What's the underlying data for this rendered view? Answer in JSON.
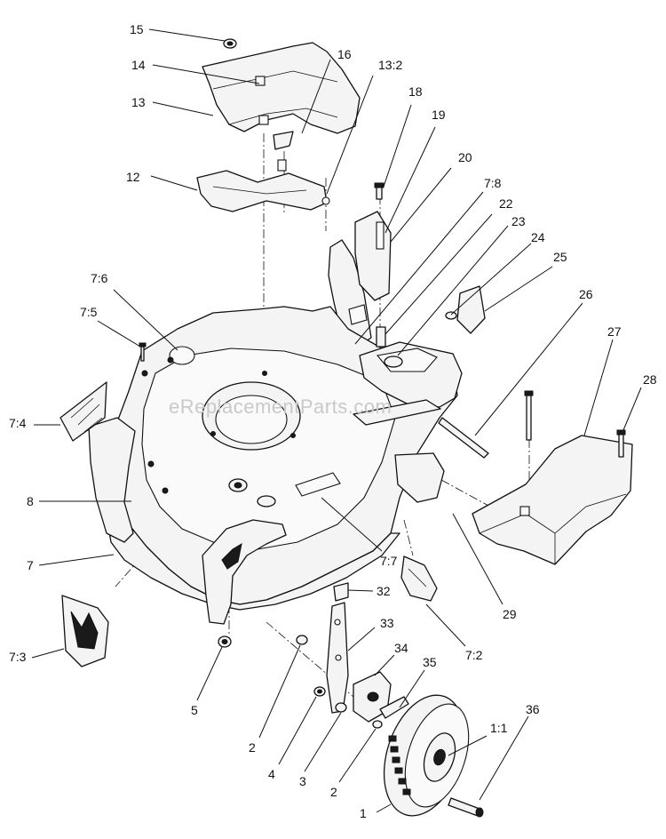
{
  "watermark": "eReplacementParts.com",
  "callouts": [
    "15",
    "14",
    "13",
    "16",
    "13:2",
    "12",
    "18",
    "19",
    "20",
    "7:8",
    "22",
    "23",
    "24",
    "25",
    "26",
    "27",
    "28",
    "7:6",
    "7:5",
    "7:4",
    "8",
    "7",
    "7:7",
    "32",
    "33",
    "34",
    "35",
    "1:1",
    "36",
    "7:3",
    "5",
    "2",
    "4",
    "3",
    "2",
    "1",
    "29",
    "7:2"
  ]
}
